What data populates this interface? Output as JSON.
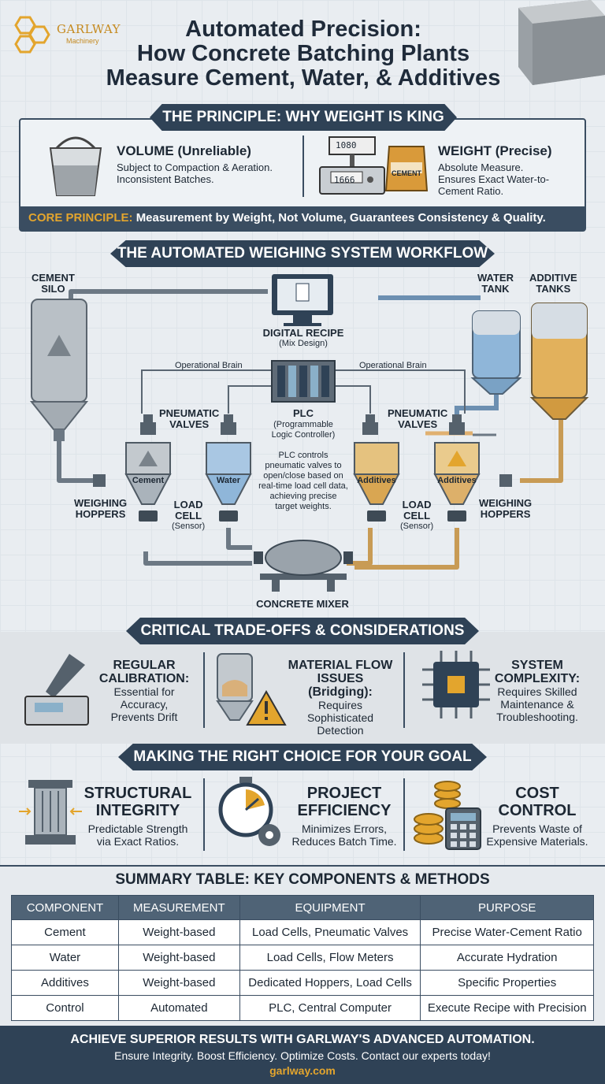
{
  "logo": {
    "name": "GARLWAY",
    "sub": "Machinery"
  },
  "title": {
    "line1": "Automated Precision:",
    "line2": "How Concrete Batching Plants",
    "line3": "Measure Cement, Water, & Additives"
  },
  "principle": {
    "banner": "THE PRINCIPLE: WHY WEIGHT IS KING",
    "volume_title": "VOLUME (Unreliable)",
    "volume_text1": "Subject to Compaction & Aeration.",
    "volume_text2": "Inconsistent Batches.",
    "weight_title": "WEIGHT (Precise)",
    "weight_text1": "Absolute Measure.",
    "weight_text2": "Ensures Exact Water-to-",
    "weight_text3": "Cement Ratio.",
    "scale_display_top": "1080",
    "scale_display_bottom": "1666",
    "bag_label": "CEMENT",
    "core_label": "CORE PRINCIPLE:",
    "core_text": "Measurement by Weight, Not Volume, Guarantees Consistency & Quality."
  },
  "workflow": {
    "banner": "THE AUTOMATED WEIGHING SYSTEM WORKFLOW",
    "cement_silo": "CEMENT\nSILO",
    "cement_silo_l1": "CEMENT",
    "cement_silo_l2": "SILO",
    "water_tank_l1": "WATER",
    "water_tank_l2": "TANK",
    "additive_tanks_l1": "ADDITIVE",
    "additive_tanks_l2": "TANKS",
    "digital_recipe": "DIGITAL RECIPE",
    "mix_design": "(Mix Design)",
    "operational_brain_left": "Operational Brain",
    "operational_brain_right": "Operational Brain",
    "plc": "PLC",
    "plc_sub1": "(Programmable",
    "plc_sub2": "Logic Controller)",
    "plc_note": [
      "PLC controls",
      "pneumatic valves to",
      "open/close based on",
      "real-time load cell data,",
      "achieving precise",
      "target weights."
    ],
    "pneumatic_valves_l1": "PNEUMATIC",
    "pneumatic_valves_l2": "VALVES",
    "weighing_hoppers_l1": "WEIGHING",
    "weighing_hoppers_l2": "HOPPERS",
    "load_cell_l1": "LOAD",
    "load_cell_l2": "CELL",
    "sensor": "(Sensor)",
    "hopper_cement": "Cement",
    "hopper_water": "Water",
    "hopper_additives": "Additives",
    "concrete_mixer": "CONCRETE MIXER"
  },
  "tradeoffs": {
    "banner": "CRITICAL TRADE-OFFS & CONSIDERATIONS",
    "items": [
      {
        "title1": "REGULAR",
        "title2": "CALIBRATION:",
        "text1": "Essential for",
        "text2": "Accuracy,",
        "text3": "Prevents Drift"
      },
      {
        "title1": "MATERIAL FLOW",
        "title2": "ISSUES (Bridging):",
        "text1": "Requires",
        "text2": "Sophisticated",
        "text3": "Detection"
      },
      {
        "title1": "SYSTEM",
        "title2": "COMPLEXITY:",
        "text1": "Requires Skilled",
        "text2": "Maintenance &",
        "text3": "Troubleshooting."
      }
    ]
  },
  "choice": {
    "banner": "MAKING THE RIGHT CHOICE FOR YOUR GOAL",
    "items": [
      {
        "title1": "STRUCTURAL",
        "title2": "INTEGRITY",
        "text1": "Predictable Strength",
        "text2": "via Exact Ratios."
      },
      {
        "title1": "PROJECT",
        "title2": "EFFICIENCY",
        "text1": "Minimizes Errors,",
        "text2": "Reduces Batch Time."
      },
      {
        "title1": "COST",
        "title2": "CONTROL",
        "text1": "Prevents Waste of",
        "text2": "Expensive Materials."
      }
    ]
  },
  "summary": {
    "title": "SUMMARY TABLE: KEY COMPONENTS & METHODS",
    "headers": [
      "COMPONENT",
      "MEASUREMENT",
      "EQUIPMENT",
      "PURPOSE"
    ],
    "rows": [
      [
        "Cement",
        "Weight-based",
        "Load Cells, Pneumatic Valves",
        "Precise Water-Cement Ratio"
      ],
      [
        "Water",
        "Weight-based",
        "Load Cells, Flow Meters",
        "Accurate Hydration"
      ],
      [
        "Additives",
        "Weight-based",
        "Dedicated Hoppers, Load Cells",
        "Specific Properties"
      ],
      [
        "Control",
        "Automated",
        "PLC, Central Computer",
        "Execute Recipe with Precision"
      ]
    ]
  },
  "footer": {
    "headline": "ACHIEVE SUPERIOR RESULTS WITH GARLWAY'S ADVANCED AUTOMATION.",
    "sub": "Ensure Integrity. Boost Efficiency. Optimize Costs. Contact our experts today!",
    "url": "garlway.com"
  },
  "colors": {
    "navy": "#2f4256",
    "gold": "#e3a52d",
    "water": "#8fb6d9",
    "additive": "#e2b15c",
    "steel": "#aab3bb"
  }
}
